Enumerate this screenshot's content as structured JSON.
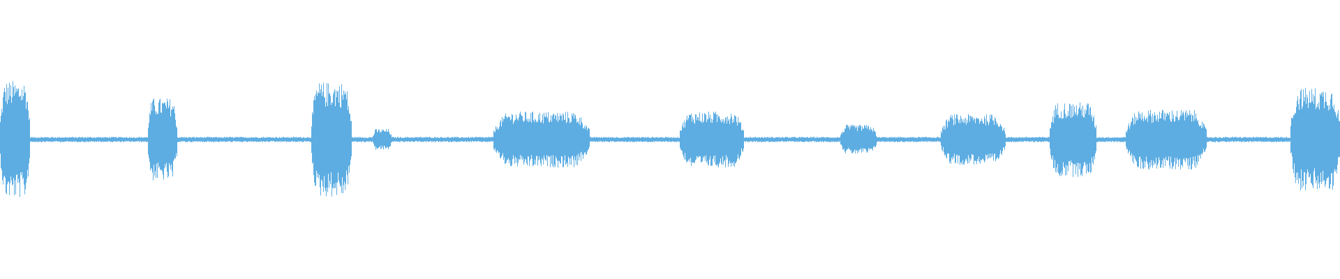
{
  "waveform": {
    "color": "#5dade2",
    "background": "#ffffff",
    "baseline_amplitude": 0.04,
    "segments": [
      {
        "start": 0.0,
        "end": 0.022,
        "peak": 0.88
      },
      {
        "start": 0.11,
        "end": 0.132,
        "peak": 0.62
      },
      {
        "start": 0.232,
        "end": 0.262,
        "peak": 0.86
      },
      {
        "start": 0.278,
        "end": 0.292,
        "peak": 0.16
      },
      {
        "start": 0.368,
        "end": 0.44,
        "peak": 0.42
      },
      {
        "start": 0.507,
        "end": 0.555,
        "peak": 0.42
      },
      {
        "start": 0.627,
        "end": 0.654,
        "peak": 0.22
      },
      {
        "start": 0.702,
        "end": 0.75,
        "peak": 0.38
      },
      {
        "start": 0.783,
        "end": 0.818,
        "peak": 0.56
      },
      {
        "start": 0.84,
        "end": 0.9,
        "peak": 0.45
      },
      {
        "start": 0.963,
        "end": 1.0,
        "peak": 0.78
      }
    ]
  }
}
